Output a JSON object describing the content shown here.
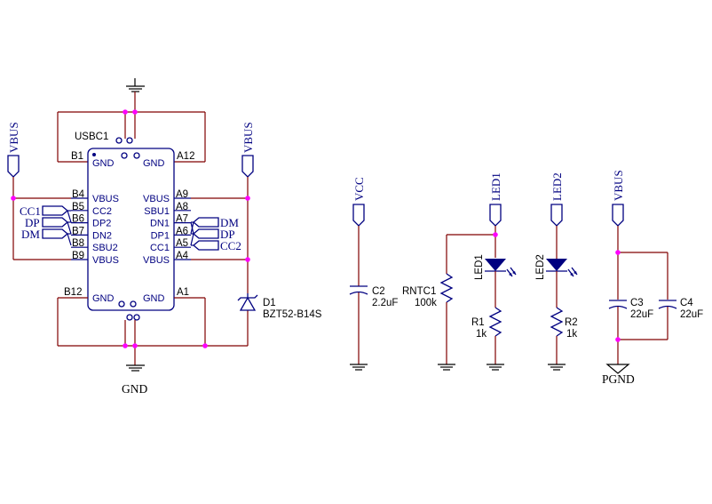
{
  "usb_connector": {
    "designator": "USBC1",
    "left_pins": [
      {
        "num": "B4",
        "name": "VBUS"
      },
      {
        "num": "B5",
        "name": "CC2"
      },
      {
        "num": "B6",
        "name": "DP2"
      },
      {
        "num": "B7",
        "name": "DN2"
      },
      {
        "num": "B8",
        "name": "SBU2"
      },
      {
        "num": "B9",
        "name": "VBUS"
      }
    ],
    "right_pins": [
      {
        "num": "A9",
        "name": "VBUS"
      },
      {
        "num": "A8",
        "name": "SBU1"
      },
      {
        "num": "A7",
        "name": "DN1"
      },
      {
        "num": "A6",
        "name": "DP1"
      },
      {
        "num": "A5",
        "name": "CC1"
      },
      {
        "num": "A4",
        "name": "VBUS"
      }
    ],
    "top_left_pin": "B1",
    "top_right_pin": "A12",
    "bottom_left_pin": "B12",
    "bottom_right_pin": "A1",
    "gnd_label": "GND",
    "left_net_labels": [
      "CC1",
      "DP",
      "DM"
    ],
    "right_net_labels": [
      "DM",
      "DP",
      "CC2"
    ]
  },
  "power_ports": {
    "vbus": "VBUS",
    "vcc": "VCC",
    "led1": "LED1",
    "led2": "LED2",
    "gnd": "GND",
    "pgnd": "PGND"
  },
  "components": {
    "d1": {
      "ref": "D1",
      "value": "BZT52-B14S"
    },
    "c2": {
      "ref": "C2",
      "value": "2.2uF"
    },
    "rntc1": {
      "ref": "RNTC1",
      "value": "100k"
    },
    "led1": {
      "ref": "LED1"
    },
    "r1": {
      "ref": "R1",
      "value": "1k"
    },
    "led2": {
      "ref": "LED2"
    },
    "r2": {
      "ref": "R2",
      "value": "1k"
    },
    "c3": {
      "ref": "C3",
      "value": "22uF"
    },
    "c4": {
      "ref": "C4",
      "value": "22uF"
    }
  },
  "colors": {
    "wire": "#800000",
    "symbol": "#000080",
    "junction": "#ff00ff",
    "text": "#000000"
  }
}
